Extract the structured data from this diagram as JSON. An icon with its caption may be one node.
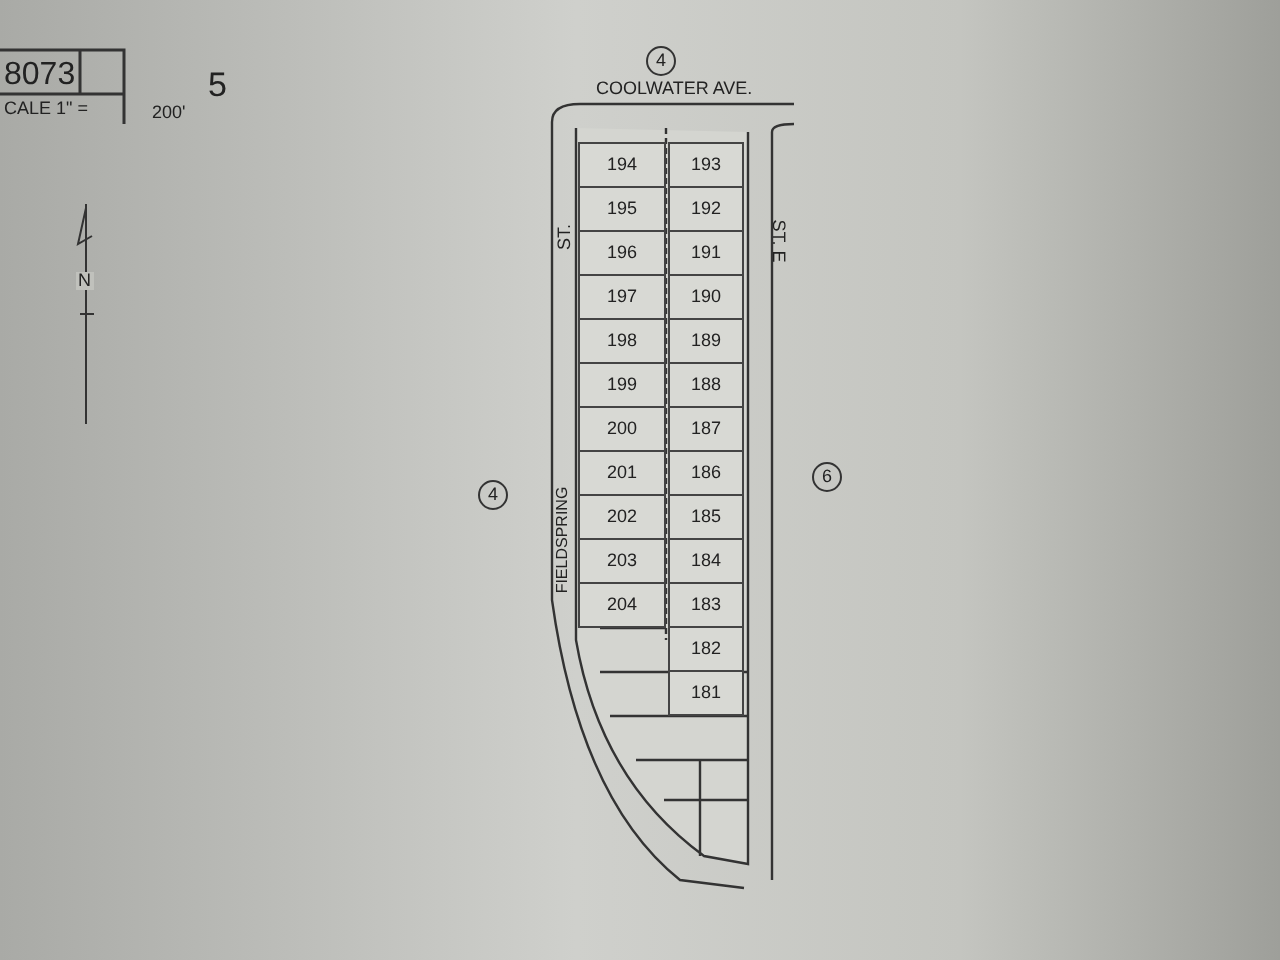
{
  "diagram": {
    "nodes": [
      {
        "text": [
          "4"
        ]
      },
      {
        "text": [
          "4"
        ]
      },
      {
        "text": [
          "6"
        ]
      },
      {
        "text": [
          "194"
        ]
      },
      {
        "text": [
          "193"
        ]
      },
      {
        "text": [
          "195"
        ]
      },
      {
        "text": [
          "192"
        ]
      },
      {
        "text": [
          "196"
        ]
      },
      {
        "text": [
          "191"
        ]
      },
      {
        "text": [
          "197"
        ]
      },
      {
        "text": [
          "190"
        ]
      },
      {
        "text": [
          "198"
        ]
      },
      {
        "text": [
          "189"
        ]
      },
      {
        "text": [
          "199"
        ]
      },
      {
        "text": [
          "188"
        ]
      },
      {
        "text": [
          "200"
        ]
      },
      {
        "text": [
          "187"
        ]
      },
      {
        "text": [
          "201"
        ]
      },
      {
        "text": [
          "186"
        ]
      },
      {
        "text": [
          "202"
        ]
      },
      {
        "text": [
          "185"
        ]
      },
      {
        "text": [
          "203"
        ]
      },
      {
        "text": [
          "184"
        ]
      },
      {
        "text": [
          "204"
        ]
      },
      {
        "text": [
          "183"
        ]
      },
      {
        "text": [
          "182"
        ]
      },
      {
        "text": [
          "181"
        ]
      }
    ],
    "labels": [
      "8073",
      "5",
      "CALE 1\" =",
      "200'",
      "N",
      "COOLWATER AVE.",
      "ST.",
      "ST. E",
      "FIELDSPRING"
    ]
  }
}
